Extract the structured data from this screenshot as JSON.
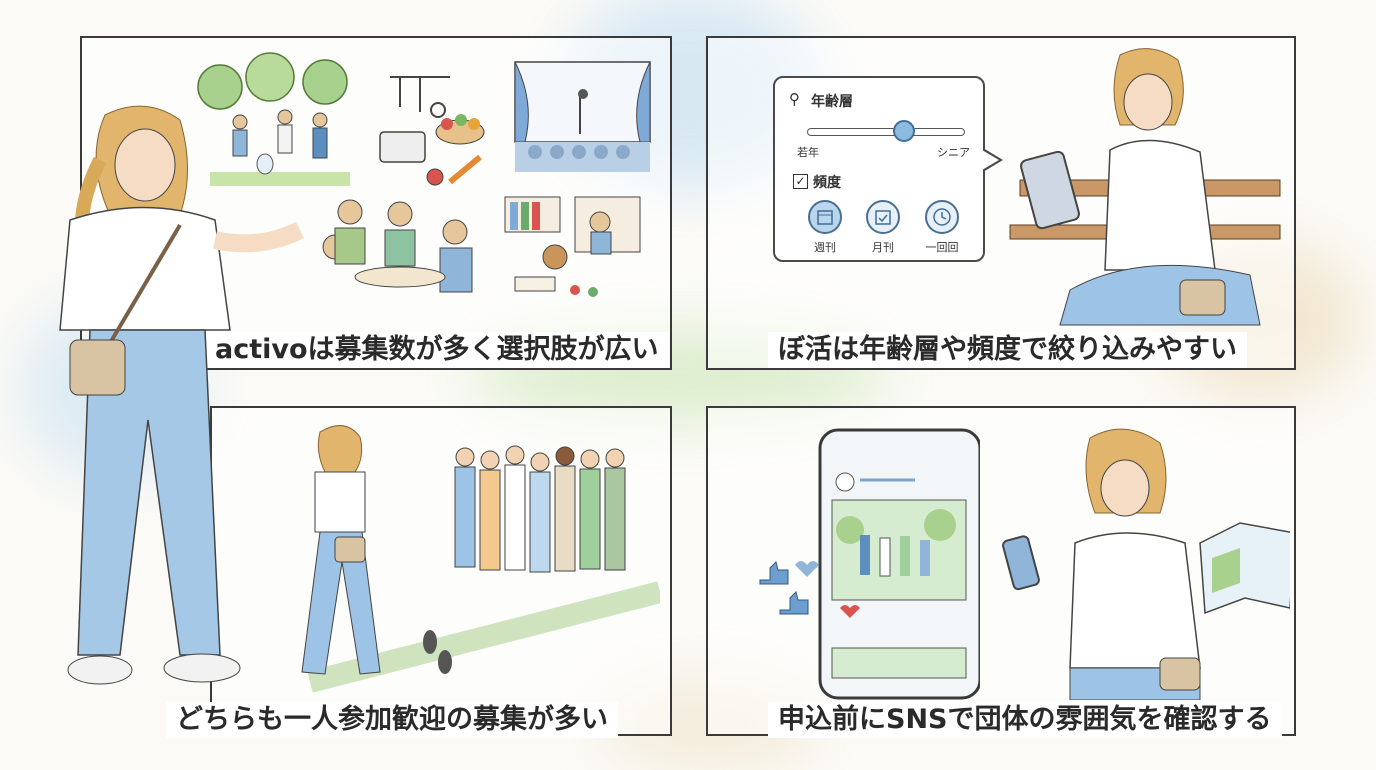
{
  "panels": [
    {
      "caption": "activoは募集数が多く選択肢が広い"
    },
    {
      "caption": "ぼ活は年齢層や頻度で絞り込みやすい"
    },
    {
      "caption": "どちらも一人参加歓迎の募集が多い"
    },
    {
      "caption": "申込前にSNSで団体の雰囲気を確認する"
    }
  ],
  "filter_card": {
    "age_label": "年齢層",
    "age_min": "若年",
    "age_max": "シニア",
    "age_value": 0.62,
    "frequency_label": "頻度",
    "frequency_checked": true,
    "options": [
      "週刊",
      "月刊",
      "一回回"
    ]
  },
  "colors": {
    "accent_blue": "#8dbbe0",
    "line": "#3a3a3a",
    "wash_blue": "#bcd8ee",
    "wash_green": "#cfe6b8",
    "wash_tan": "#efe0c2"
  }
}
